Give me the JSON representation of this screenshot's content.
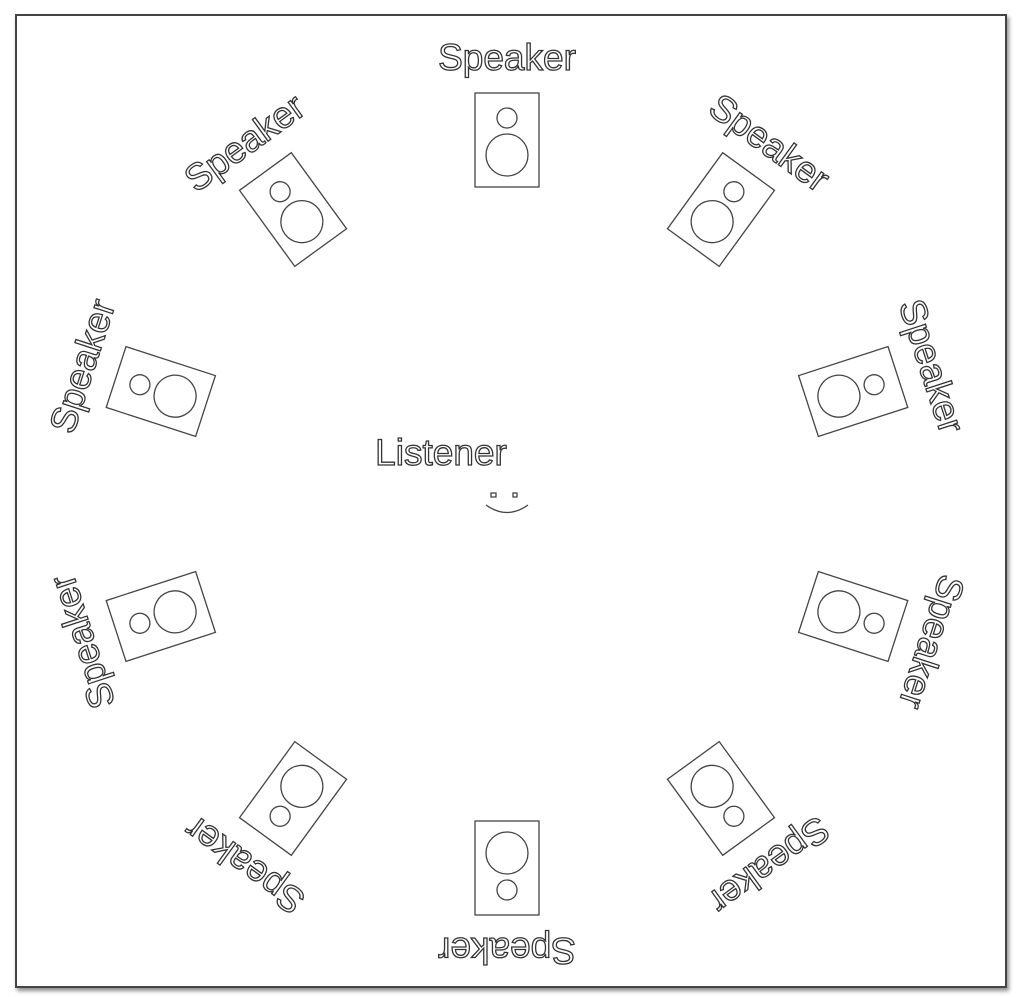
{
  "listener": {
    "label": "Listener"
  },
  "speakers": [
    {
      "label": "Speaker"
    },
    {
      "label": "Speaker"
    },
    {
      "label": "Speaker"
    },
    {
      "label": "Speaker"
    },
    {
      "label": "Speaker"
    },
    {
      "label": "Speaker"
    },
    {
      "label": "Speaker"
    },
    {
      "label": "Speaker"
    },
    {
      "label": "Speaker"
    },
    {
      "label": "Speaker"
    }
  ],
  "colors": {
    "stroke": "#444444",
    "frame": "#444444"
  }
}
